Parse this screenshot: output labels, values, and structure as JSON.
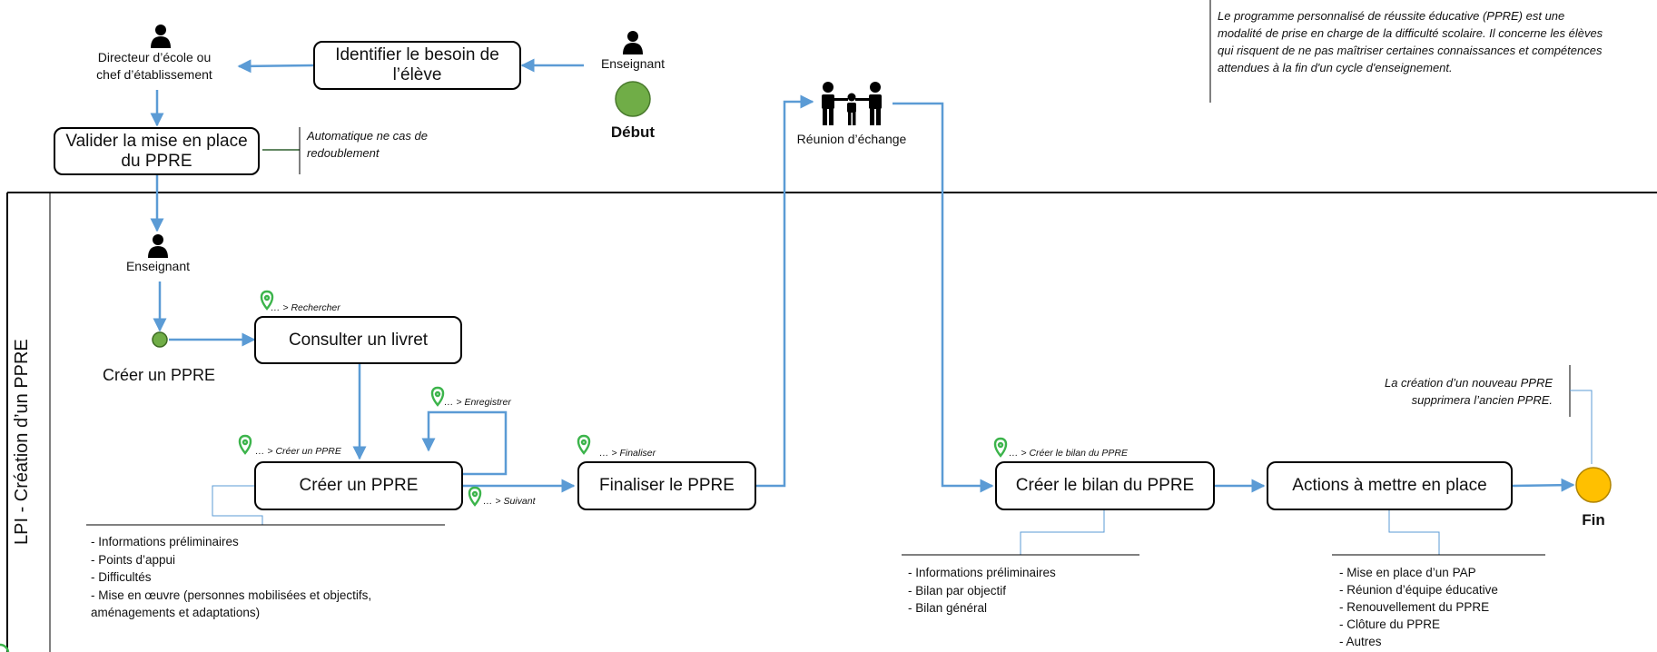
{
  "swimlane": {
    "title": "LPI - Création d’un PPRE"
  },
  "actors": {
    "director": "Directeur d’école ou chef d’établissement",
    "teacher_top": "Enseignant",
    "teacher_lane": "Enseignant",
    "meeting": "Réunion d’échange"
  },
  "events": {
    "start": "Début",
    "end": "Fin",
    "sub_start": "Créer un PPRE"
  },
  "boxes": {
    "identify": "Identifier le besoin de l’élève",
    "validate": "Valider la mise en place du PPRE",
    "consult": "Consulter un livret",
    "create": "Créer un PPRE",
    "finalize": "Finaliser le PPRE",
    "bilan": "Créer le bilan du PPRE",
    "actions": "Actions à mettre en place"
  },
  "annotations": {
    "auto": "Automatique ne cas de redoublement",
    "intro": "Le programme personnalisé de réussite éducative (PPRE) est une modalité de prise en charge de la difficulté scolaire. Il concerne les élèves qui risquent de ne pas maîtriser certaines connaissances et compétences attendues à la fin d'un cycle d'enseignement.",
    "new_ppre": "La création d’un nouveau PPRE supprimera l’ancien PPRE."
  },
  "paths": {
    "rechercher": "… > Rechercher",
    "enregistrer": "… > Enregistrer",
    "creer": "… > Créer un PPRE",
    "suivant": "… > Suivant",
    "finaliser": "… > Finaliser",
    "creer_bilan": "… > Créer le bilan du PPRE"
  },
  "lists": {
    "create_items": [
      "- Informations préliminaires",
      "- Points d’appui",
      "- Difficultés",
      "- Mise en œuvre (personnes mobilisées et objectifs,",
      "aménagements et adaptations)"
    ],
    "bilan_items": [
      "- Informations préliminaires",
      "- Bilan par objectif",
      "- Bilan général"
    ],
    "actions_items": [
      "- Mise en place d’un PAP",
      "- Réunion d’équipe éducative",
      "- Renouvellement du PPRE",
      "- Clôture du PPRE",
      "- Autres"
    ]
  },
  "colors": {
    "arrow": "#5b9bd5",
    "start": "#70ad47",
    "end": "#ffc000",
    "pin": "#3cb44b"
  }
}
